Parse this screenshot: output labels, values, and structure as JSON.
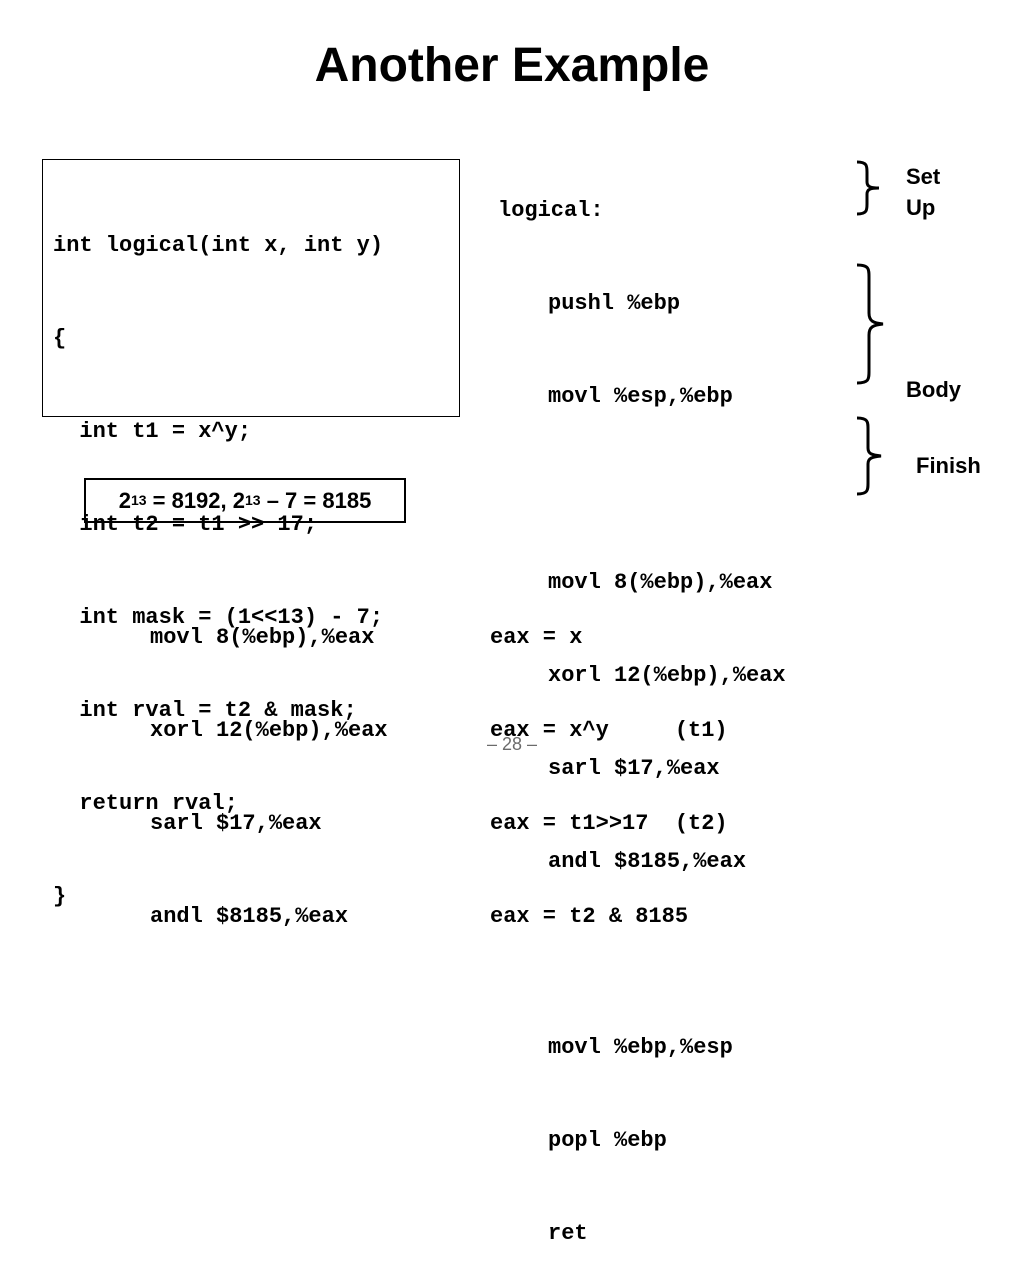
{
  "title": "Another Example",
  "c_code": {
    "lines": [
      "int logical(int x, int y)",
      "{",
      "  int t1 = x^y;",
      "  int t2 = t1 >> 17;",
      "  int mask = (1<<13) - 7;",
      "  int rval = t2 & mask;",
      "  return rval;",
      "}"
    ]
  },
  "assembly": {
    "label": "logical:",
    "setup": [
      "pushl %ebp",
      "movl %esp,%ebp"
    ],
    "body": [
      "movl 8(%ebp),%eax",
      "xorl 12(%ebp),%eax",
      "sarl $17,%eax",
      "andl $8185,%eax"
    ],
    "finish": [
      "movl %ebp,%esp",
      "popl %ebp",
      "ret"
    ]
  },
  "brace_labels": {
    "setup_line1": "Set",
    "setup_line2": "Up",
    "body": "Body",
    "finish": "Finish"
  },
  "formula": {
    "base1": "2",
    "exp1": "13",
    "mid": " = 8192, ",
    "base2": "2",
    "exp2": "13",
    "tail": " – 7 = 8185"
  },
  "annotated_body": [
    {
      "instr": "movl 8(%ebp),%eax",
      "effect": "eax = x"
    },
    {
      "instr": "xorl 12(%ebp),%eax",
      "effect": "eax = x^y     (t1)"
    },
    {
      "instr": "sarl $17,%eax",
      "effect": "eax = t1>>17  (t2)"
    },
    {
      "instr": "andl $8185,%eax",
      "effect": "eax = t2 & 8185"
    }
  ],
  "page_number": "– 28 –"
}
